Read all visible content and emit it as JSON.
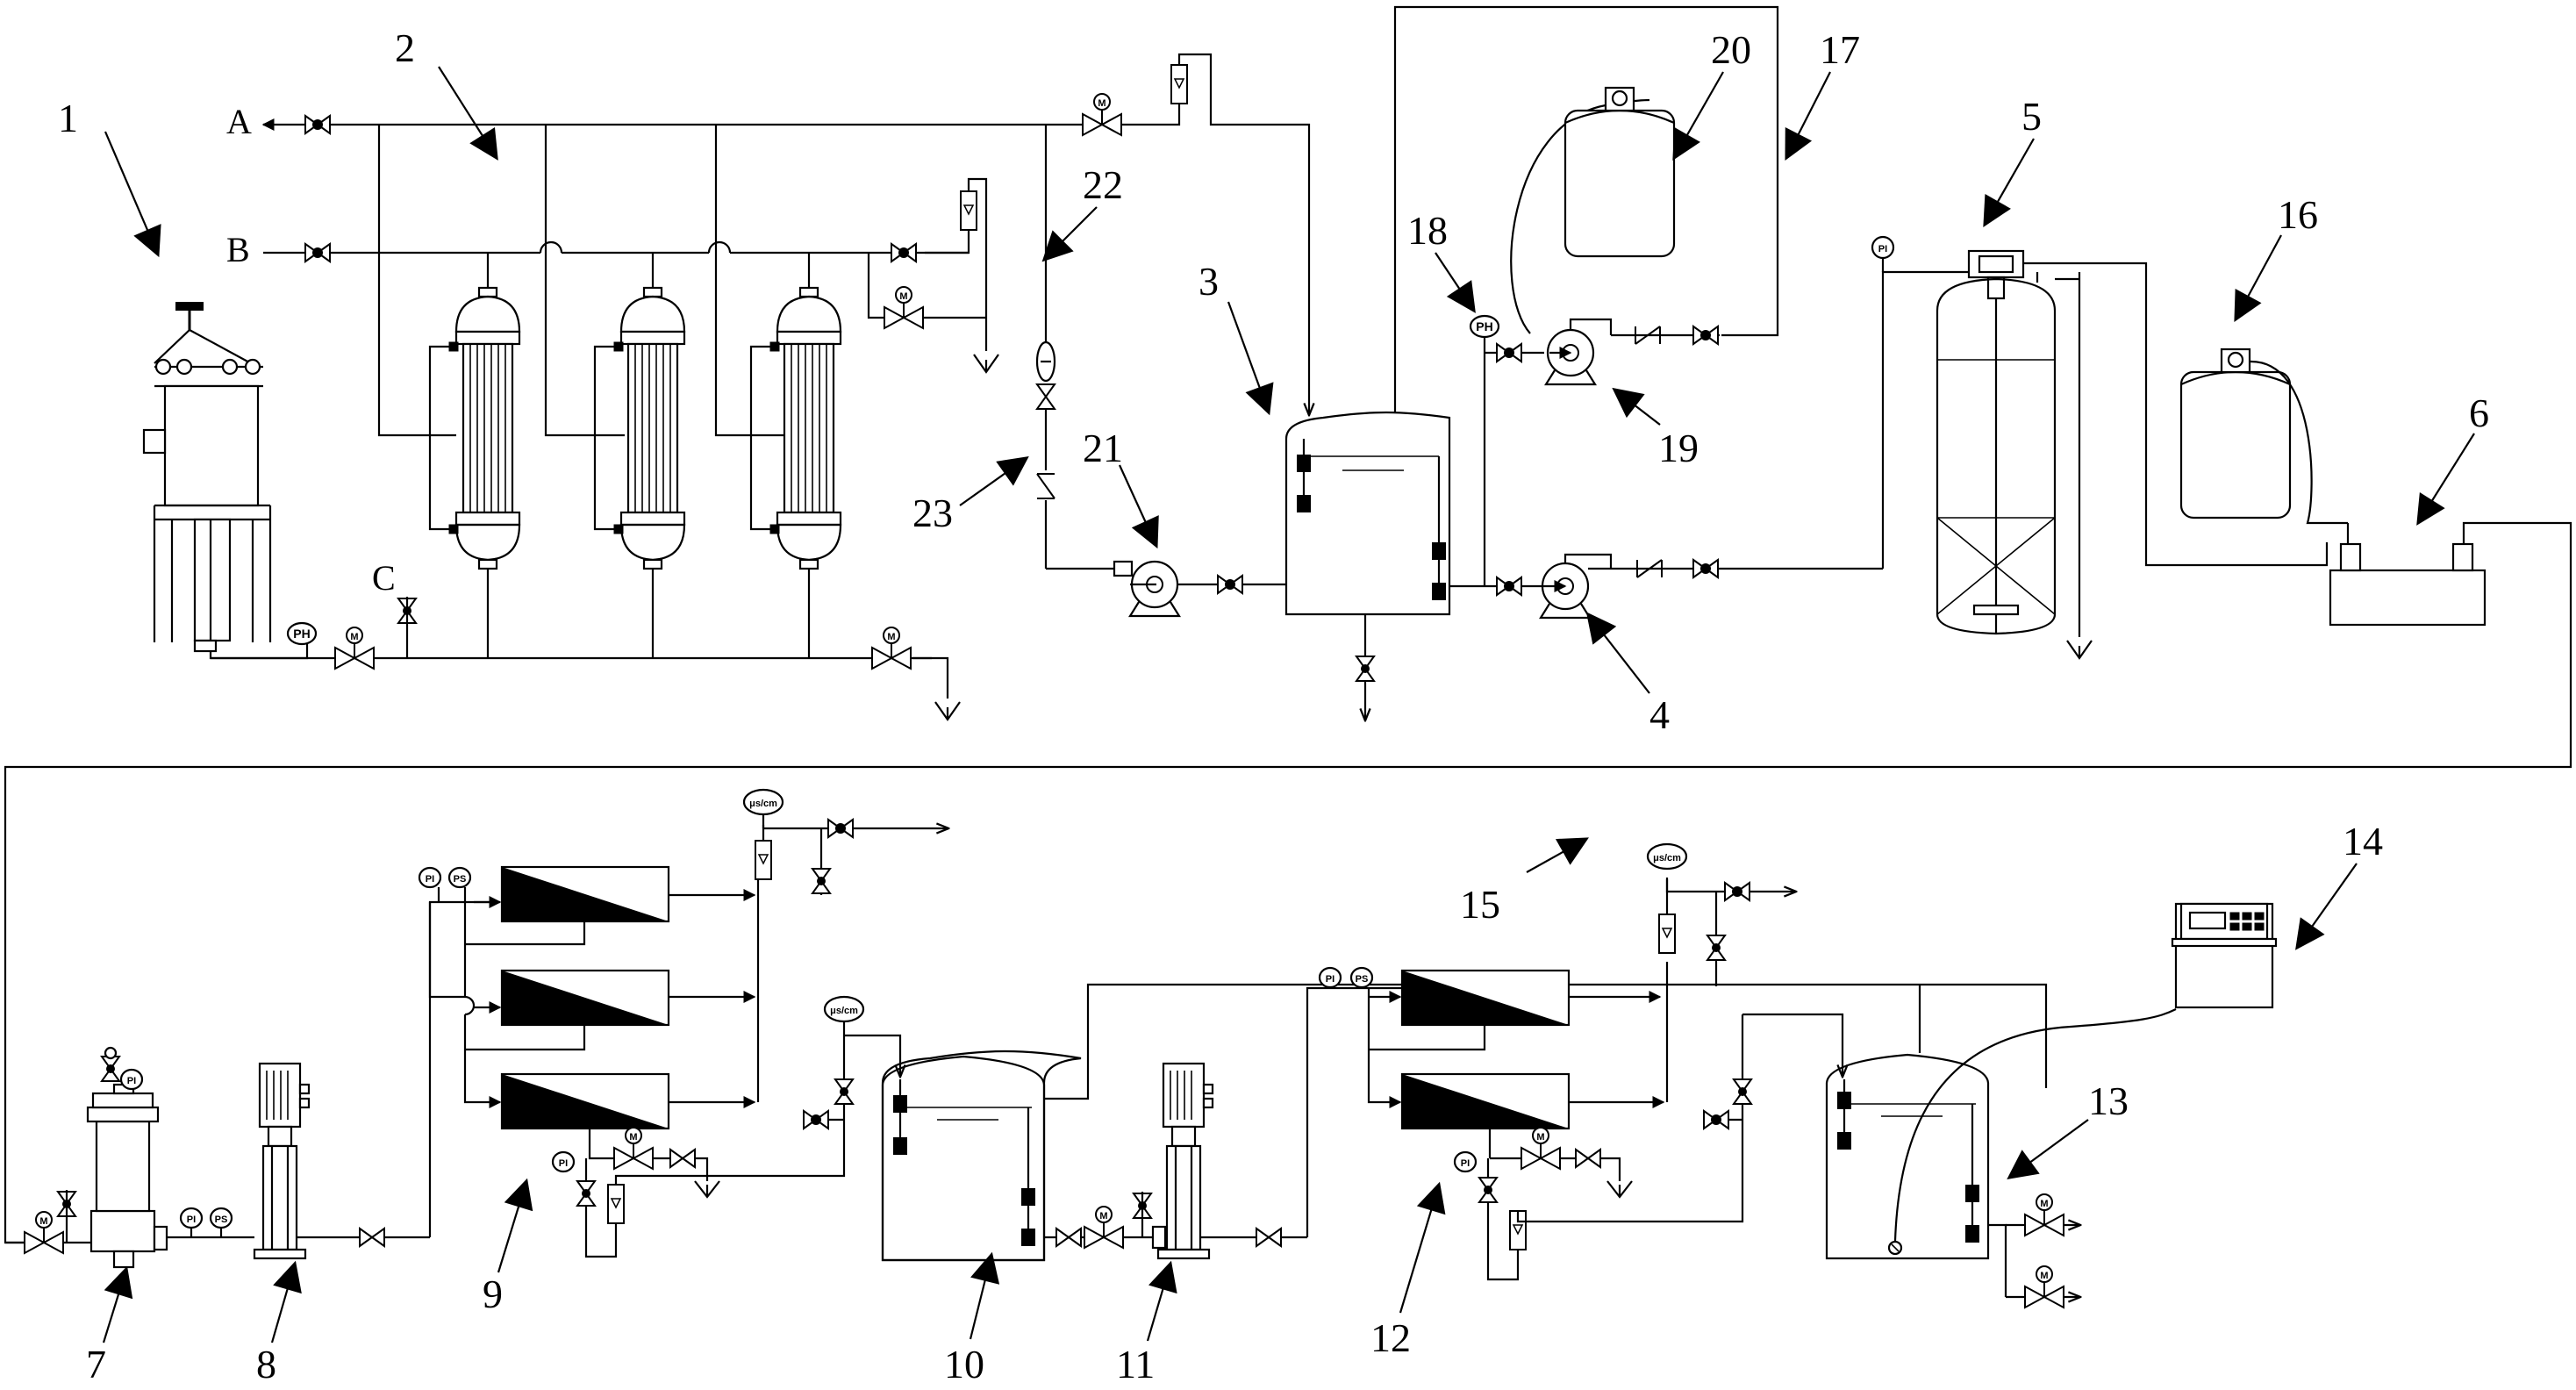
{
  "line_labels": [
    {
      "id": "A",
      "text": "A"
    },
    {
      "id": "B",
      "text": "B"
    },
    {
      "id": "C",
      "text": "C"
    }
  ],
  "component_numbers": [
    "1",
    "2",
    "3",
    "4",
    "5",
    "6",
    "7",
    "8",
    "9",
    "10",
    "11",
    "12",
    "13",
    "14",
    "15",
    "16",
    "17",
    "18",
    "19",
    "20",
    "21",
    "22",
    "23"
  ],
  "instrument_tags": {
    "ph": "PH",
    "pi": "PI",
    "ps": "PS",
    "conductivity": "μs/cm",
    "m": "M"
  }
}
